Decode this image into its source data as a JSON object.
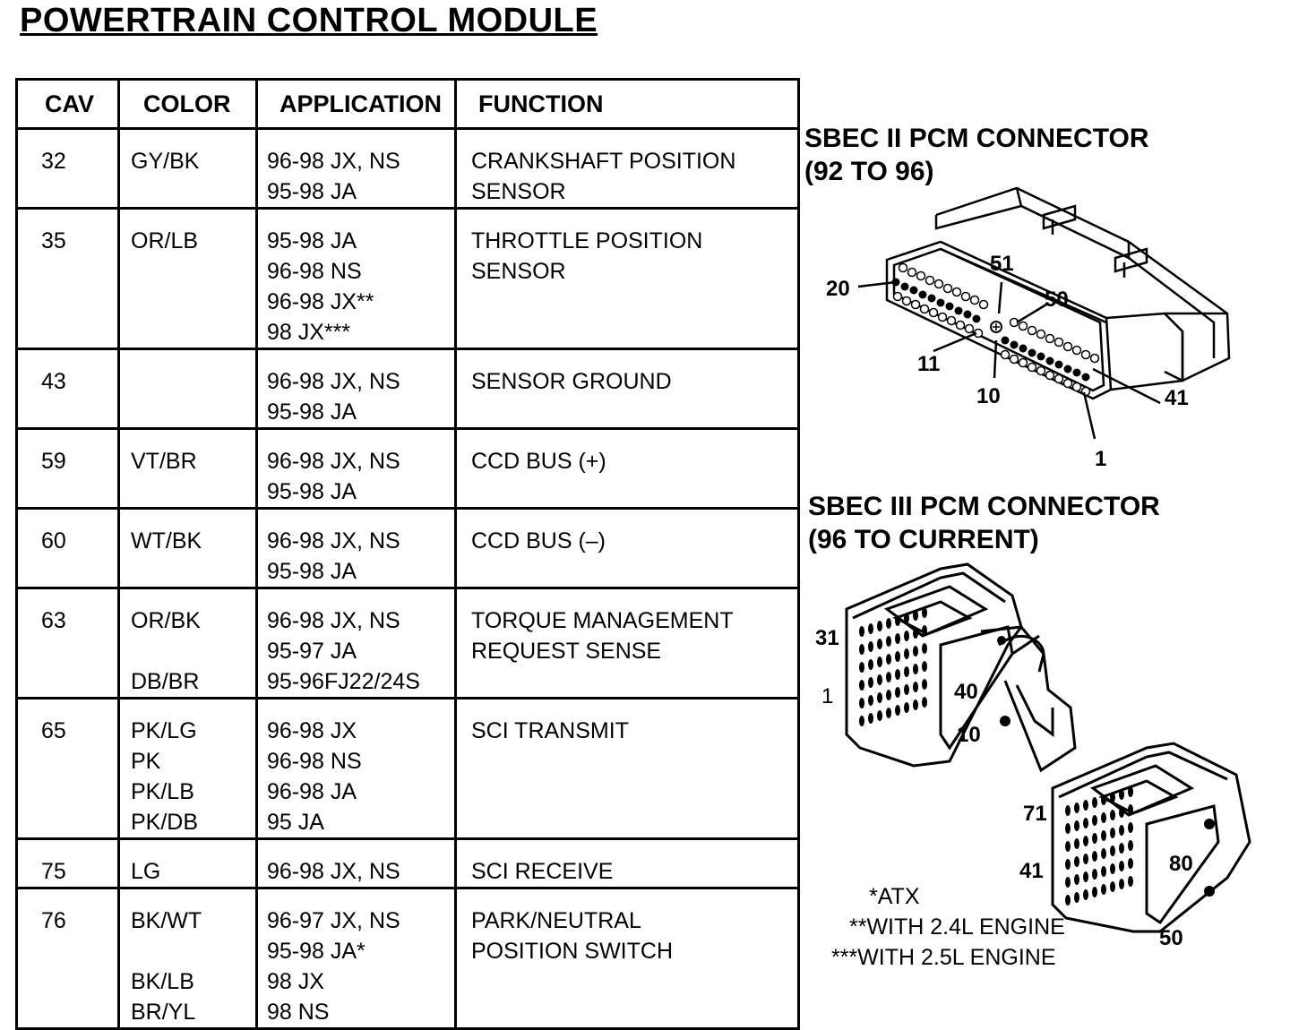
{
  "title": "POWERTRAIN CONTROL MODULE",
  "table": {
    "headers": {
      "cav": "CAV",
      "color": "COLOR",
      "application": "APPLICATION",
      "function": "FUNCTION"
    },
    "rows": [
      {
        "cav": "32",
        "colors": [
          "GY/BK"
        ],
        "apps": [
          "96-98 JX, NS",
          "95-98 JA"
        ],
        "function": [
          "CRANKSHAFT POSITION",
          "SENSOR"
        ]
      },
      {
        "cav": "35",
        "colors": [
          "OR/LB"
        ],
        "apps": [
          "95-98 JA",
          "96-98 NS",
          "96-98 JX**",
          "98 JX***"
        ],
        "function": [
          "THROTTLE POSITION",
          "SENSOR"
        ]
      },
      {
        "cav": "43",
        "colors": [
          ""
        ],
        "apps": [
          "96-98 JX, NS",
          "95-98 JA"
        ],
        "function": [
          "SENSOR GROUND"
        ]
      },
      {
        "cav": "59",
        "colors": [
          "VT/BR"
        ],
        "apps": [
          "96-98 JX, NS",
          "95-98 JA"
        ],
        "function": [
          "CCD BUS (+)"
        ]
      },
      {
        "cav": "60",
        "colors": [
          "WT/BK"
        ],
        "apps": [
          "96-98 JX, NS",
          "95-98 JA"
        ],
        "function": [
          "CCD BUS (–)"
        ]
      },
      {
        "cav": "63",
        "colors": [
          "OR/BK",
          "",
          "DB/BR"
        ],
        "apps": [
          "96-98 JX, NS",
          "95-97 JA",
          "95-96FJ22/24S"
        ],
        "function": [
          "TORQUE MANAGEMENT",
          "REQUEST SENSE"
        ]
      },
      {
        "cav": "65",
        "colors": [
          "PK/LG",
          "PK",
          "PK/LB",
          "PK/DB"
        ],
        "apps": [
          "96-98 JX",
          "96-98 NS",
          "96-98 JA",
          "95 JA"
        ],
        "function": [
          "SCI TRANSMIT"
        ]
      },
      {
        "cav": "75",
        "colors": [
          "LG"
        ],
        "apps": [
          "96-98 JX, NS"
        ],
        "function": [
          "SCI RECEIVE"
        ]
      },
      {
        "cav": "76",
        "colors": [
          "BK/WT",
          "",
          "BK/LB",
          "BR/YL"
        ],
        "apps": [
          "96-97 JX, NS",
          "95-98 JA*",
          "98 JX",
          "98 NS"
        ],
        "function": [
          "PARK/NEUTRAL",
          "POSITION SWITCH"
        ]
      }
    ]
  },
  "sbec2": {
    "title_line1": "SBEC II PCM CONNECTOR",
    "title_line2": "(92 TO 96)",
    "pin_labels": {
      "p20": "20",
      "p51": "51",
      "p50": "50",
      "p11": "11",
      "p10": "10",
      "p41": "41",
      "p1": "1"
    }
  },
  "sbec3": {
    "title_line1": "SBEC III PCM CONNECTOR",
    "title_line2": "(96 TO CURRENT)",
    "pin_labels": {
      "p31": "31",
      "p1": "1",
      "p40": "40",
      "p10": "10",
      "p71": "71",
      "p41": "41",
      "p80": "80",
      "p50": "50"
    }
  },
  "notes": [
    "*ATX",
    "**WITH 2.4L ENGINE",
    "***WITH 2.5L ENGINE"
  ]
}
